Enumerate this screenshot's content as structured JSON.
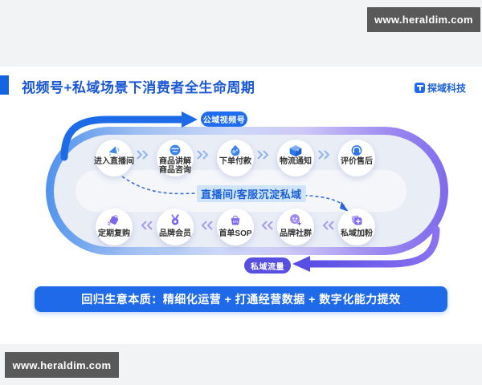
{
  "watermarks": {
    "top_right": "www.heraldim.com",
    "bottom_left": "www.heraldim.com"
  },
  "header": {
    "title": "视频号+私域场景下消费者全生命周期",
    "brand": "探域科技"
  },
  "flow": {
    "public_badge": "公域视频号",
    "private_badge": "私域流量",
    "settle_label": "直播间/客服沉淀私域",
    "top_row": [
      {
        "label": "进入直播间",
        "icon": "live-room-icon"
      },
      {
        "label": "商品讲解\n商品咨询",
        "icon": "product-explain-icon"
      },
      {
        "label": "下单付款",
        "icon": "payment-icon"
      },
      {
        "label": "物流通知",
        "icon": "logistics-icon"
      },
      {
        "label": "评价售后",
        "icon": "after-sale-icon"
      }
    ],
    "bottom_row": [
      {
        "label": "定期复购",
        "icon": "repurchase-icon"
      },
      {
        "label": "品牌会员",
        "icon": "member-icon"
      },
      {
        "label": "首单SOP",
        "icon": "first-order-sop-icon"
      },
      {
        "label": "品牌社群",
        "icon": "community-icon"
      },
      {
        "label": "私域加粉",
        "icon": "add-fans-icon"
      }
    ]
  },
  "banner": {
    "text": "回归生意本质：精细化运营 + 打通经营数据 + 数字化能力提效"
  },
  "colors": {
    "primary_blue": "#1f6ae9",
    "badge_blue": "#1f6cf0",
    "badge_purple": "#574fe0",
    "title_blue": "#1b58d6",
    "ring_blue": "#4b90ec",
    "ring_purple": "#7c67ec",
    "highlight_bg": "#cfe4f8",
    "watermark_bg": "#595959"
  }
}
